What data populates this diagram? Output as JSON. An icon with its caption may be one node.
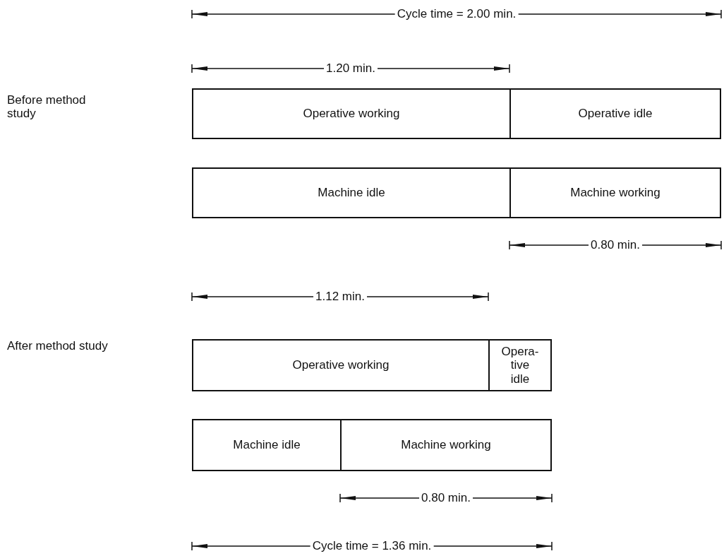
{
  "diagram": {
    "nodes": [
      {
        "text": [
          "Operative working"
        ]
      },
      {
        "text": [
          "Operative idle"
        ]
      },
      {
        "text": [
          "Machine idle"
        ]
      },
      {
        "text": [
          "Machine working"
        ]
      },
      {
        "text": [
          "Operative working"
        ]
      },
      {
        "text": [
          "Opera- tive idle"
        ]
      },
      {
        "text": [
          "Machine idle"
        ]
      },
      {
        "text": [
          "Machine working"
        ]
      }
    ],
    "edges": [],
    "labels": [
      "Cycle time = 2.00 min.",
      "1.20 min.",
      "Before method study",
      "0.80 min.",
      "1.12 min.",
      "After method study",
      "0.80 min.",
      "Cycle time = 1.36 min."
    ]
  }
}
